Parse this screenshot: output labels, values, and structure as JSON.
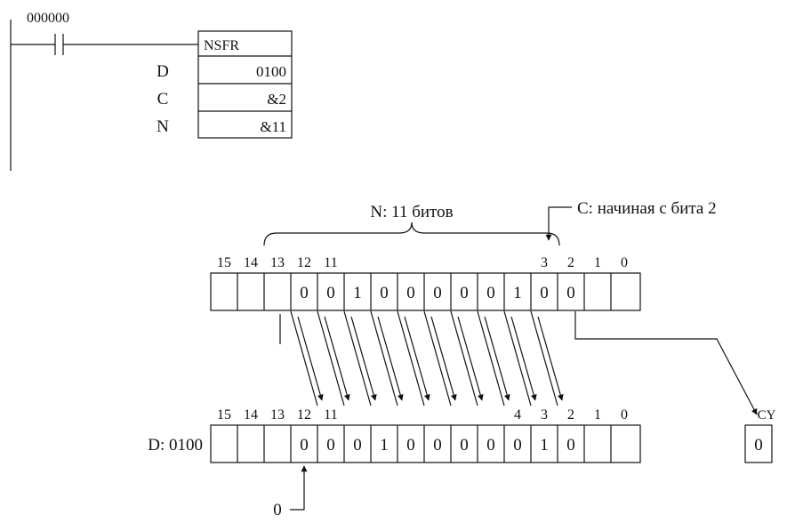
{
  "ladder": {
    "contact_address": "000000",
    "instruction": "NSFR",
    "operands": [
      {
        "label": "D",
        "value": "0100"
      },
      {
        "label": "C",
        "value": "&2"
      },
      {
        "label": "N",
        "value": "&11"
      }
    ]
  },
  "annotations": {
    "c_label": "C: начиная с бита 2",
    "n_label": "N: 11 битов",
    "d_label": "D: 0100",
    "cy_label": "CY",
    "cy_value": "0",
    "zero_in": "0"
  },
  "top_register": {
    "bit_labels": [
      "15",
      "14",
      "13",
      "12",
      "11",
      "3",
      "2",
      "1",
      "0"
    ],
    "bits": [
      "",
      "",
      "",
      "0",
      "0",
      "1",
      "0",
      "0",
      "0",
      "0",
      "0",
      "1",
      "0",
      "0",
      "",
      ""
    ]
  },
  "bottom_register": {
    "bit_labels": [
      "15",
      "14",
      "13",
      "12",
      "11",
      "4",
      "3",
      "2",
      "1",
      "0"
    ],
    "bits": [
      "",
      "",
      "",
      "0",
      "0",
      "0",
      "1",
      "0",
      "0",
      "0",
      "0",
      "0",
      "1",
      "0",
      "",
      ""
    ]
  }
}
